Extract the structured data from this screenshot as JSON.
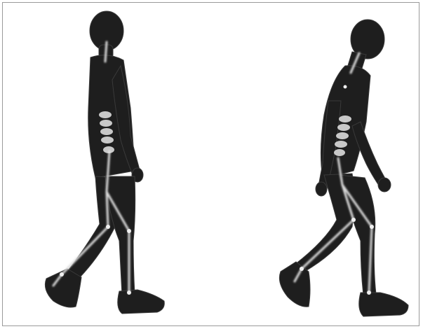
{
  "colors": {
    "body": "#1e1e1e",
    "body_edge": "#3a3a3a",
    "skeleton": "#dcdcdc",
    "spine": "#e6e6e6",
    "frame_border": "#9a9a9a",
    "background": "#ffffff"
  },
  "figures": [
    {
      "name": "walking-figure-upright",
      "posture": "upright"
    },
    {
      "name": "walking-figure-stooped",
      "posture": "stooped"
    }
  ]
}
